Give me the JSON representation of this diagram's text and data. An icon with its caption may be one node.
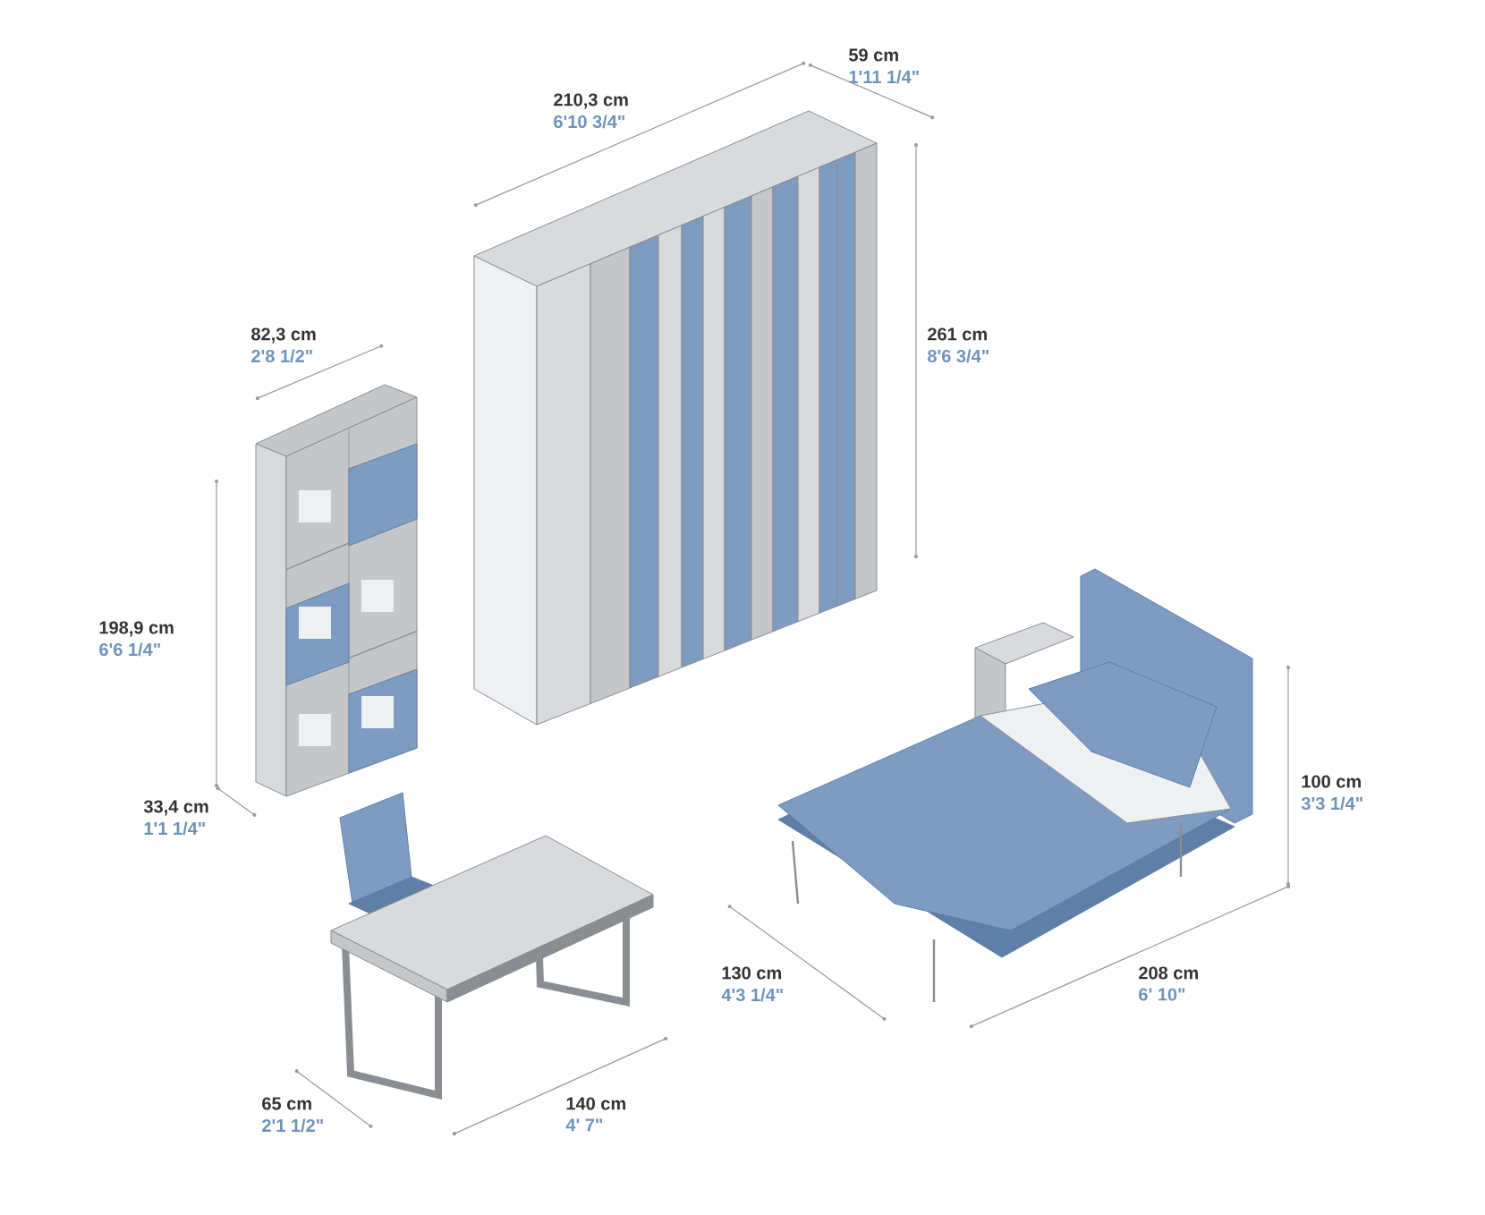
{
  "diagram": {
    "labels": [
      "59 cm",
      "1'11 1/4\"",
      "210,3 cm",
      "6'10 3/4\"",
      "82,3 cm",
      "2'8 1/2\"",
      "261 cm",
      "8'6 3/4\"",
      "198,9 cm",
      "6'6 1/4\"",
      "33,4 cm",
      "1'1 1/4\"",
      "100 cm",
      "3'3 1/4\"",
      "130 cm",
      "4'3 1/4\"",
      "208 cm",
      "6' 10\"",
      "65 cm",
      "2'1 1/2\"",
      "140 cm",
      "4' 7\""
    ]
  }
}
